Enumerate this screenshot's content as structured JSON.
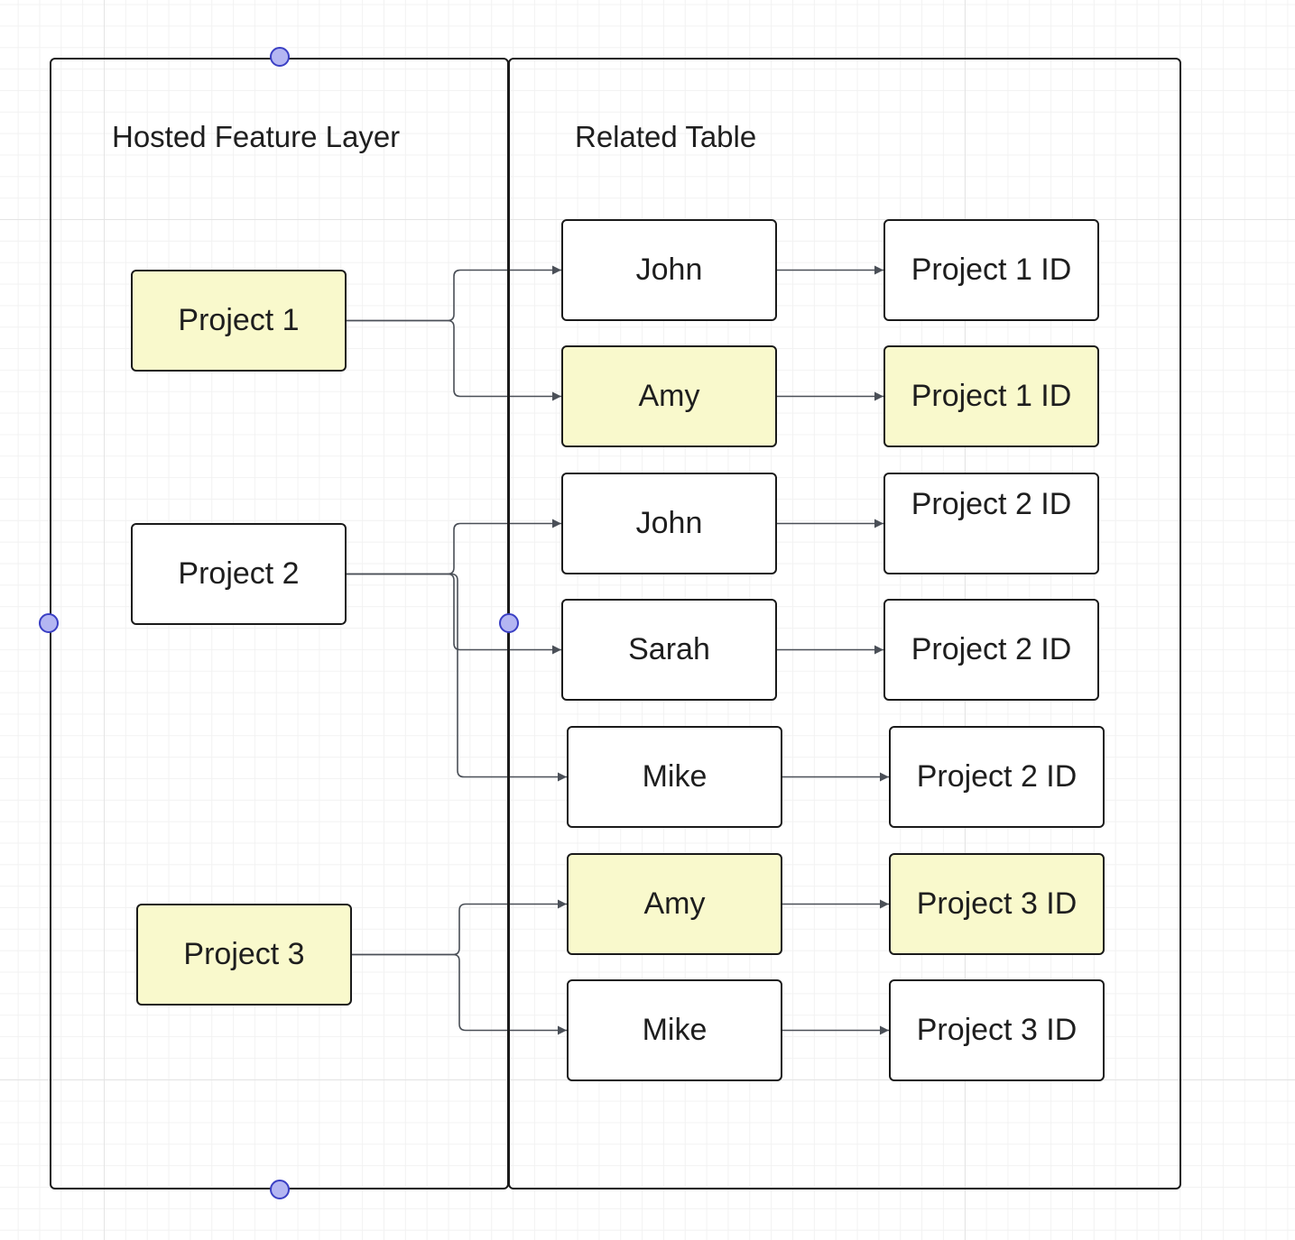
{
  "colors": {
    "highlight_fill": "#f9f9cc",
    "default_fill": "#ffffff",
    "stroke": "#1a1a1a",
    "connector": "#4a4f57",
    "handle_fill": "#b4b6f2",
    "handle_stroke": "#3a3fc4"
  },
  "containers": {
    "hosted_feature_layer": {
      "title": "Hosted Feature Layer"
    },
    "related_table": {
      "title": "Related Table"
    }
  },
  "projects": [
    {
      "label": "Project 1",
      "highlighted": true
    },
    {
      "label": "Project 2",
      "highlighted": false
    },
    {
      "label": "Project 3",
      "highlighted": true
    }
  ],
  "related_rows": [
    {
      "project": "Project 1",
      "person": "John",
      "project_id": "Project 1 ID",
      "highlighted": false
    },
    {
      "project": "Project 1",
      "person": "Amy",
      "project_id": "Project 1 ID",
      "highlighted": true
    },
    {
      "project": "Project 2",
      "person": "John",
      "project_id": "Project 2 ID",
      "highlighted": false
    },
    {
      "project": "Project 2",
      "person": "Sarah",
      "project_id": "Project 2 ID",
      "highlighted": false
    },
    {
      "project": "Project 2",
      "person": "Mike",
      "project_id": "Project 2 ID",
      "highlighted": false
    },
    {
      "project": "Project 3",
      "person": "Amy",
      "project_id": "Project 3 ID",
      "highlighted": true
    },
    {
      "project": "Project 3",
      "person": "Mike",
      "project_id": "Project 3 ID",
      "highlighted": false
    }
  ]
}
